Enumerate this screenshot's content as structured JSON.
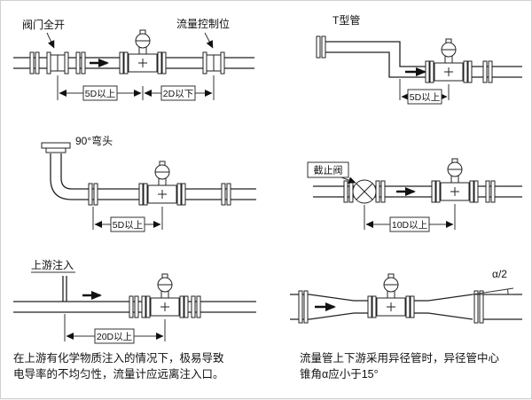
{
  "colors": {
    "line": "#222222",
    "text": "#111111",
    "background": "#ffffff"
  },
  "panels": {
    "p1": {
      "label_valve_open": "阀门全开",
      "label_flow_control": "流量控制位",
      "dim_upstream": "5D以上",
      "dim_downstream": "2D以下"
    },
    "p2": {
      "label": "T型管",
      "dim": "5D以上"
    },
    "p3": {
      "label": "90°弯头",
      "dim": "5D以上"
    },
    "p4": {
      "label": "截止阀",
      "dim": "10D以上"
    },
    "p5": {
      "label": "上游注入",
      "dim": "20D以上",
      "caption_line1": "在上游有化学物质注入的情况下，极易导致",
      "caption_line2": "电导率的不均匀性，流量计应远离注入口。"
    },
    "p6": {
      "angle_label": "α/2",
      "caption_line1": "流量管上下游采用异径管时，异径管中心",
      "caption_line2": "锥角α应小于15°"
    }
  }
}
